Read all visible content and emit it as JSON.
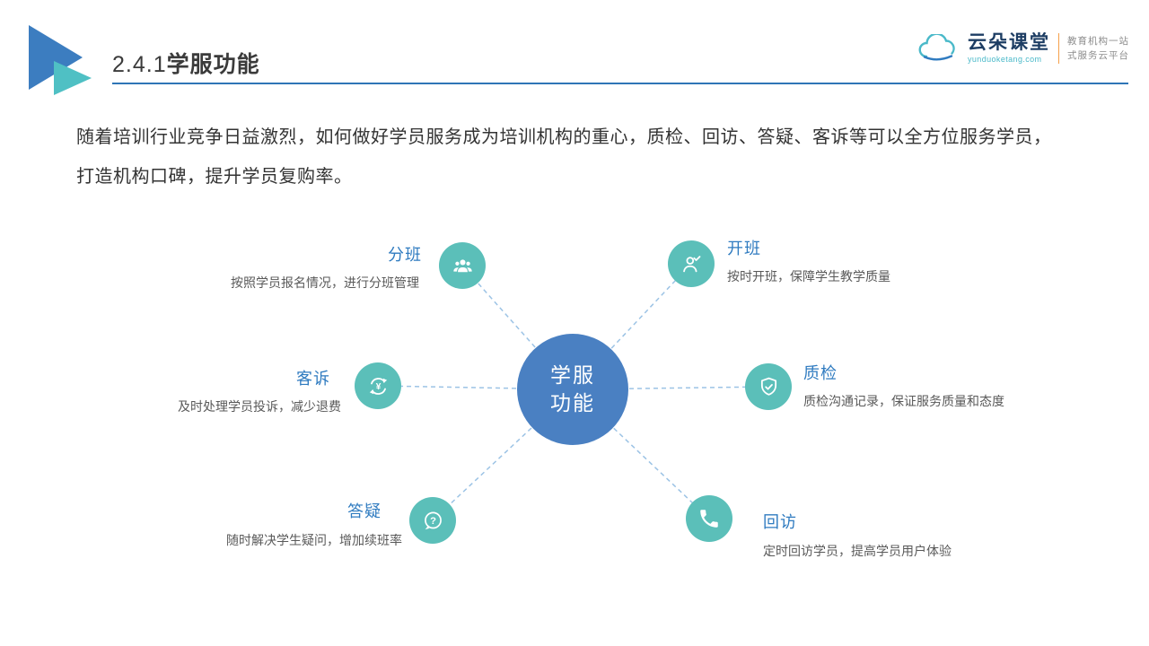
{
  "header": {
    "title_prefix": "2.4.1",
    "title_bold": "学服功能"
  },
  "logo": {
    "brand": "云朵课堂",
    "url": "yunduoketang.com",
    "tagline_line1": "教育机构一站",
    "tagline_line2": "式服务云平台"
  },
  "intro": {
    "line1": "随着培训行业竞争日益激烈，如何做好学员服务成为培训机构的重心，质检、回访、答疑、客诉等可以全方位服务学员，",
    "line2": "打造机构口碑，提升学员复购率。"
  },
  "diagram": {
    "center_line1": "学服",
    "center_line2": "功能",
    "nodes": [
      {
        "id": "fenban",
        "label": "分班",
        "desc": "按照学员报名情况，进行分班管理",
        "icon": "group-users-icon"
      },
      {
        "id": "kaiban",
        "label": "开班",
        "desc": "按时开班，保障学生教学质量",
        "icon": "person-check-icon"
      },
      {
        "id": "kesu",
        "label": "客诉",
        "desc": "及时处理学员投诉，减少退费",
        "icon": "yen-refresh-icon"
      },
      {
        "id": "zhijian",
        "label": "质检",
        "desc": "质检沟通记录，保证服务质量和态度",
        "icon": "shield-check-icon"
      },
      {
        "id": "dayi",
        "label": "答疑",
        "desc": "随时解决学生疑问，增加续班率",
        "icon": "question-bubble-icon"
      },
      {
        "id": "huifang",
        "label": "回访",
        "desc": "定时回访学员，提高学员用户体验",
        "icon": "phone-icon"
      }
    ]
  },
  "colors": {
    "accent_blue": "#2e75b6",
    "center_circle_blue": "#4a80c2",
    "node_teal": "#5bbfb9",
    "label_blue": "#2f7bc0",
    "desc_gray": "#595959",
    "dashed_line": "#9cc3e5"
  }
}
